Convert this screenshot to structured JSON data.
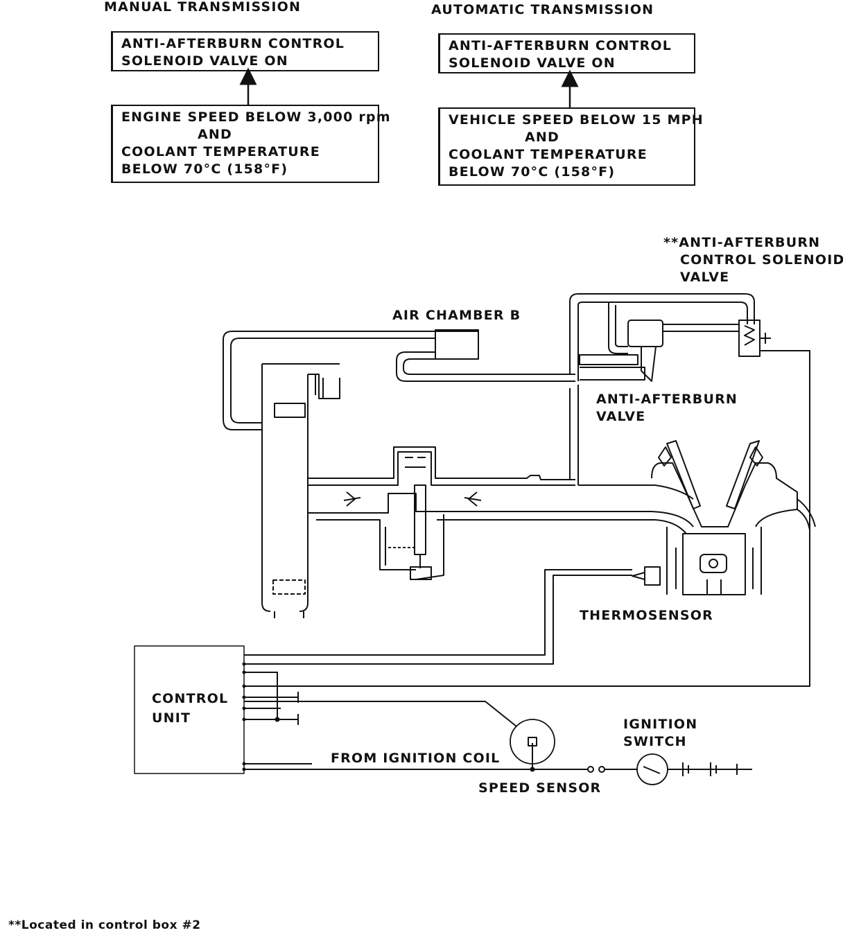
{
  "manual": {
    "heading": "MANUAL TRANSMISSION",
    "result": [
      "ANTI-AFTERBURN CONTROL",
      "SOLENOID VALVE ON"
    ],
    "condition": [
      "ENGINE SPEED BELOW 3,000 rpm",
      "AND",
      "COOLANT TEMPERATURE",
      "BELOW 70°C (158°F)"
    ]
  },
  "automatic": {
    "heading": "AUTOMATIC TRANSMISSION",
    "result": [
      "ANTI-AFTERBURN CONTROL",
      "SOLENOID VALVE ON"
    ],
    "condition": [
      "VEHICLE SPEED BELOW 15 MPH",
      "AND",
      "COOLANT TEMPERATURE",
      "BELOW 70°C (158°F)"
    ]
  },
  "labels": {
    "solenoid": [
      "**ANTI-AFTERBURN",
      "CONTROL SOLENOID",
      "VALVE"
    ],
    "air_chamber": "AIR CHAMBER B",
    "aab_valve": [
      "ANTI-AFTERBURN",
      "VALVE"
    ],
    "thermosensor": "THERMOSENSOR",
    "control_unit": [
      "CONTROL",
      "UNIT"
    ],
    "ignition_switch": [
      "IGNITION",
      "SWITCH"
    ],
    "ignition_coil": "FROM IGNITION COIL",
    "speed_sensor": "SPEED SENSOR"
  },
  "footnote": "**Located in control box #2"
}
